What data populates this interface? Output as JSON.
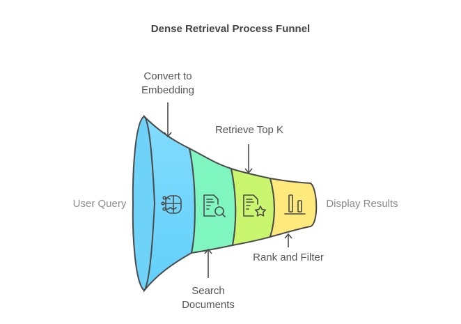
{
  "title": "Dense Retrieval Process Funnel",
  "input_label": "User Query",
  "output_label": "Display Results",
  "stages": [
    {
      "id": "convert",
      "label_line1": "Convert to",
      "label_line2": "Embedding",
      "icon": "ai-face-circuit-icon",
      "color": "#7dd9fb",
      "annotation_side": "top"
    },
    {
      "id": "search",
      "label_line1": "Search",
      "label_line2": "Documents",
      "icon": "document-search-icon",
      "color": "#7ff5c0",
      "annotation_side": "bottom"
    },
    {
      "id": "retrieve",
      "label_line1": "Retrieve Top K",
      "label_line2": "",
      "icon": "document-star-icon",
      "color": "#c9f56f",
      "annotation_side": "top"
    },
    {
      "id": "rank",
      "label_line1": "Rank and Filter",
      "label_line2": "",
      "icon": "bar-chart-icon",
      "color": "#fde97c",
      "annotation_side": "bottom"
    }
  ],
  "colors": {
    "mouth": "#74d3f7",
    "stroke": "#4a4a4a",
    "text": "#555555",
    "muted_text": "#8c8c8c"
  }
}
